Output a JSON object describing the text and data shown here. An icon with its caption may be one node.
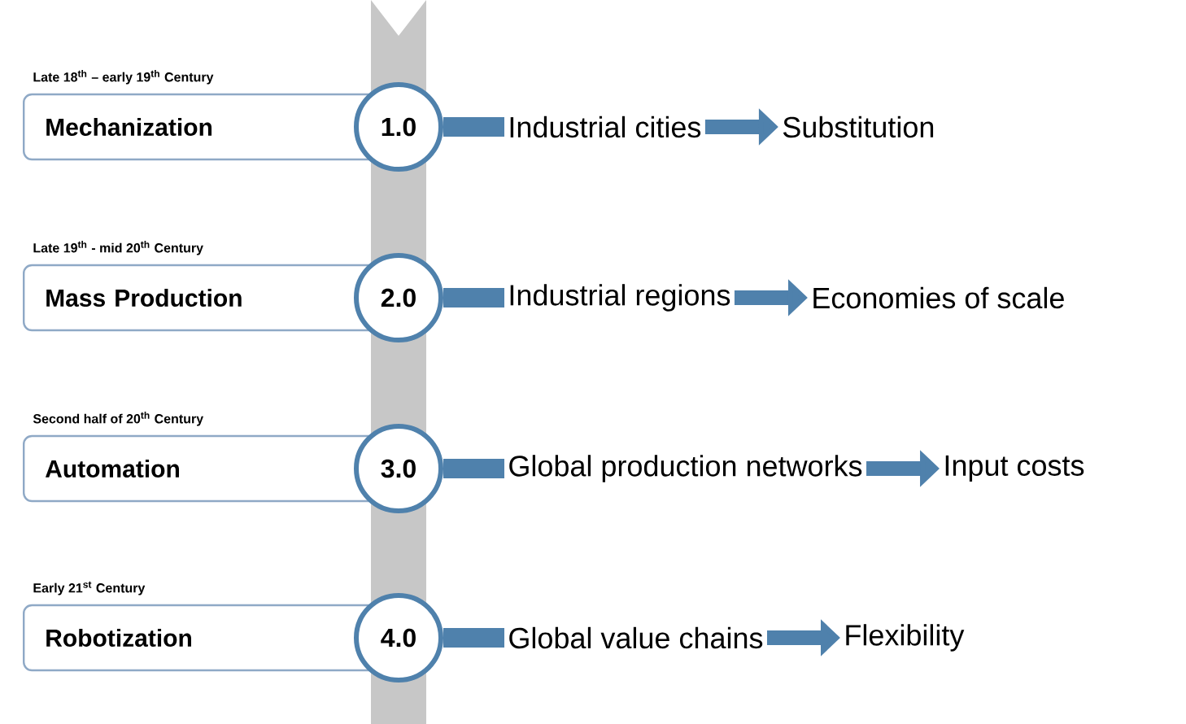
{
  "diagram": {
    "nodes": [
      {
        "text": [
          "Late 18$^{th}$ – early 19$^{th}$ Century",
          "Mechanization"
        ]
      },
      {
        "text": [
          "1.0"
        ]
      },
      {
        "text": [
          "Industrial cities"
        ]
      },
      {
        "text": [
          "Substitution"
        ]
      },
      {
        "text": [
          "Late 19$^{th}$ - mid 20$^{th}$ Century",
          "Mass Production"
        ]
      },
      {
        "text": [
          "2.0"
        ]
      },
      {
        "text": [
          "Industrial regions"
        ]
      },
      {
        "text": [
          "Economies of scale"
        ]
      },
      {
        "text": [
          "Second half of 20$^{th}$ Century",
          "Automation"
        ]
      },
      {
        "text": [
          "3.0"
        ]
      },
      {
        "text": [
          "Global production networks"
        ]
      },
      {
        "text": [
          "Input costs"
        ]
      },
      {
        "text": [
          "Early 21$^{st}$ Century",
          "Robotization"
        ]
      },
      {
        "text": [
          "4.0"
        ]
      },
      {
        "text": [
          "Global value chains"
        ]
      },
      {
        "text": [
          "Flexibility"
        ]
      }
    ],
    "edges": [
      {
        "from": 1,
        "to": 2,
        "arrow": "none"
      },
      {
        "from": 2,
        "to": 3,
        "arrow": "to"
      },
      {
        "from": 5,
        "to": 6,
        "arrow": "none"
      },
      {
        "from": 6,
        "to": 7,
        "arrow": "to"
      },
      {
        "from": 9,
        "to": 10,
        "arrow": "none"
      },
      {
        "from": 10,
        "to": 11,
        "arrow": "to"
      },
      {
        "from": 13,
        "to": 14,
        "arrow": "none"
      },
      {
        "from": 14,
        "to": 15,
        "arrow": "to"
      }
    ]
  }
}
